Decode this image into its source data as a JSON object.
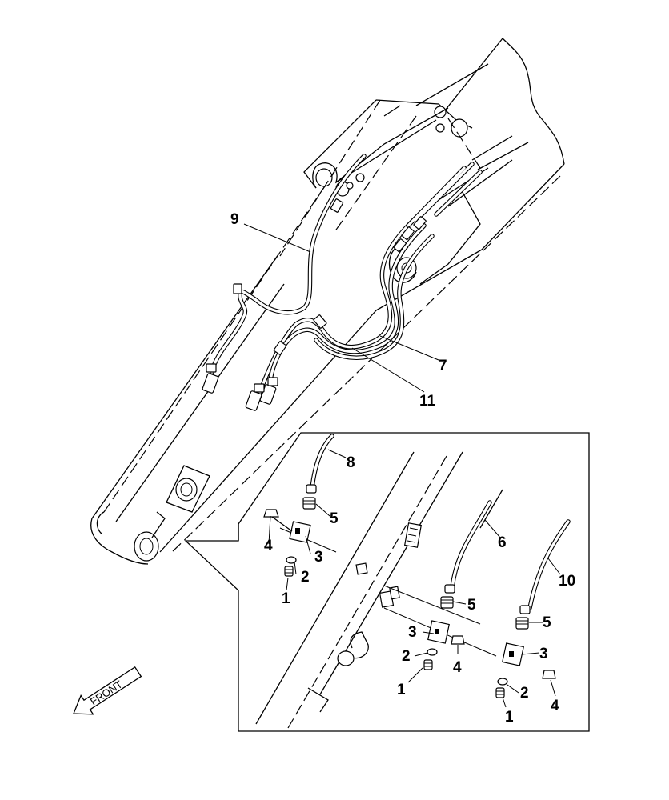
{
  "diagram": {
    "callouts_main": {
      "c9": "9",
      "c7": "7",
      "c11": "11"
    },
    "callouts_detail": {
      "c8": "8",
      "c6": "6",
      "c10": "10",
      "a5": "5",
      "a3": "3",
      "a4": "4",
      "a2": "2",
      "a1": "1",
      "b5": "5",
      "b3": "3",
      "b4": "4",
      "b2": "2",
      "b1": "1",
      "d5": "5",
      "d3": "3",
      "d2": "2",
      "d4": "4",
      "d1": "1"
    },
    "front_label": "FRONT"
  }
}
